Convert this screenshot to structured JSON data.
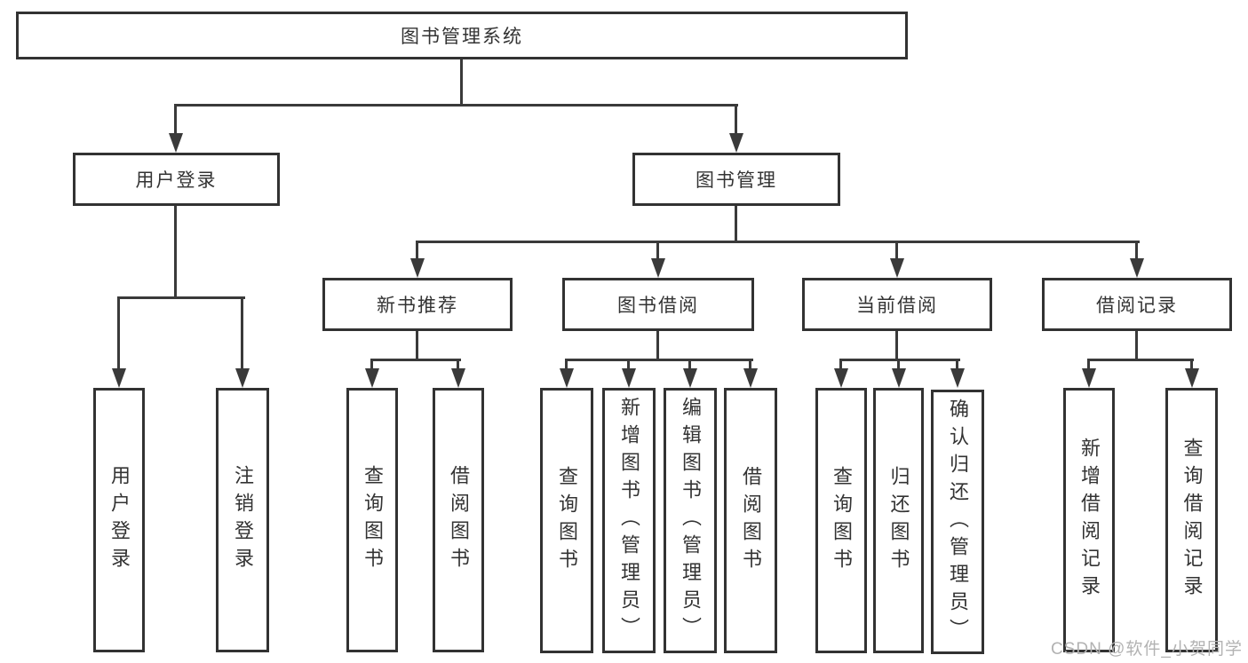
{
  "nodes": {
    "root": "图书管理系统",
    "user_login": "用户登录",
    "book_mgmt": "图书管理",
    "new_book": "新书推荐",
    "book_borrow": "图书借阅",
    "current_borrow": "当前借阅",
    "borrow_record": "借阅记录",
    "ul_login": "用户登录",
    "ul_logout": "注销登录",
    "nb_query": "查询图书",
    "nb_borrow": "借阅图书",
    "bb_query": "查询图书",
    "bb_add": "新增图书（管理员）",
    "bb_edit": "编辑图书（管理员）",
    "bb_borrow": "借阅图书",
    "cb_query": "查询图书",
    "cb_return": "归还图书",
    "cb_confirm": "确认归还（管理员）",
    "br_add": "新增借阅记录",
    "br_query": "查询借阅记录"
  },
  "hierarchy": {
    "图书管理系统": {
      "用户登录": [
        "用户登录",
        "注销登录"
      ],
      "图书管理": {
        "新书推荐": [
          "查询图书",
          "借阅图书"
        ],
        "图书借阅": [
          "查询图书",
          "新增图书（管理员）",
          "编辑图书（管理员）",
          "借阅图书"
        ],
        "当前借阅": [
          "查询图书",
          "归还图书",
          "确认归还（管理员）"
        ],
        "借阅记录": [
          "新增借阅记录",
          "查询借阅记录"
        ]
      }
    }
  },
  "watermark": "CSDN @软件_小贺同学",
  "colors": {
    "line": "#3a3a3a",
    "box_border": "#323232",
    "text": "#333333",
    "watermark": "#b2b2b2",
    "background": "#ffffff"
  }
}
